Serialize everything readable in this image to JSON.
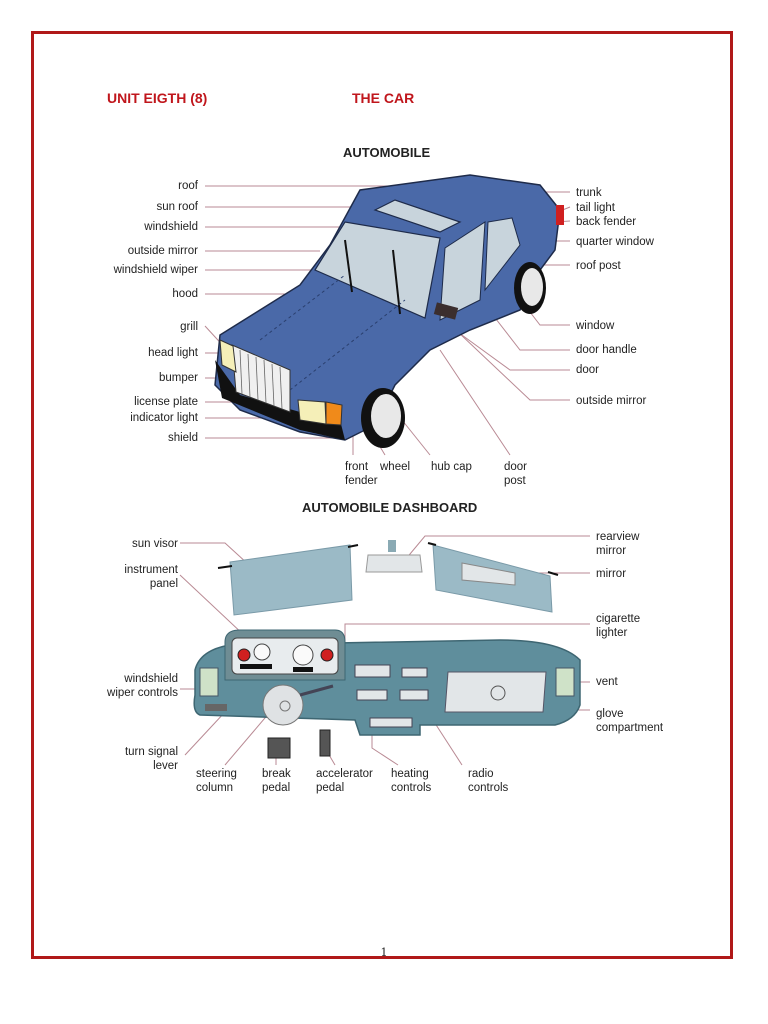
{
  "header": {
    "unit": "UNIT EIGTH (8)",
    "title": "THE CAR"
  },
  "colors": {
    "border": "#b01818",
    "heading": "#c0161c",
    "car_body": "#4a69a8",
    "dashboard": "#5f8e9c",
    "leader_line": "#b98a94"
  },
  "automobile": {
    "title": "AUTOMOBILE",
    "left_labels": [
      "roof",
      "sun roof",
      "windshield",
      "outside mirror",
      "windshield wiper",
      "hood",
      "grill",
      "head light",
      "bumper",
      "license plate",
      "indicator light",
      "shield"
    ],
    "right_labels": [
      "trunk",
      "tail light",
      "back fender",
      "quarter window",
      "roof post",
      "window",
      "door handle",
      "door",
      "outside mirror"
    ],
    "bottom_labels": [
      "front\nfender",
      "wheel",
      "hub cap",
      "door\npost"
    ]
  },
  "dashboard": {
    "title": "AUTOMOBILE DASHBOARD",
    "left_labels": [
      "sun visor",
      "instrument\npanel",
      "windshield\nwiper controls",
      "turn signal\nlever"
    ],
    "right_labels": [
      "rearview\nmirror",
      "mirror",
      "cigarette\nlighter",
      "vent",
      "glove\ncompartment"
    ],
    "bottom_labels": [
      "steering\ncolumn",
      "break\npedal",
      "accelerator\npedal",
      "heating\ncontrols",
      "radio\ncontrols"
    ]
  },
  "footer": {
    "page_number": "1"
  }
}
